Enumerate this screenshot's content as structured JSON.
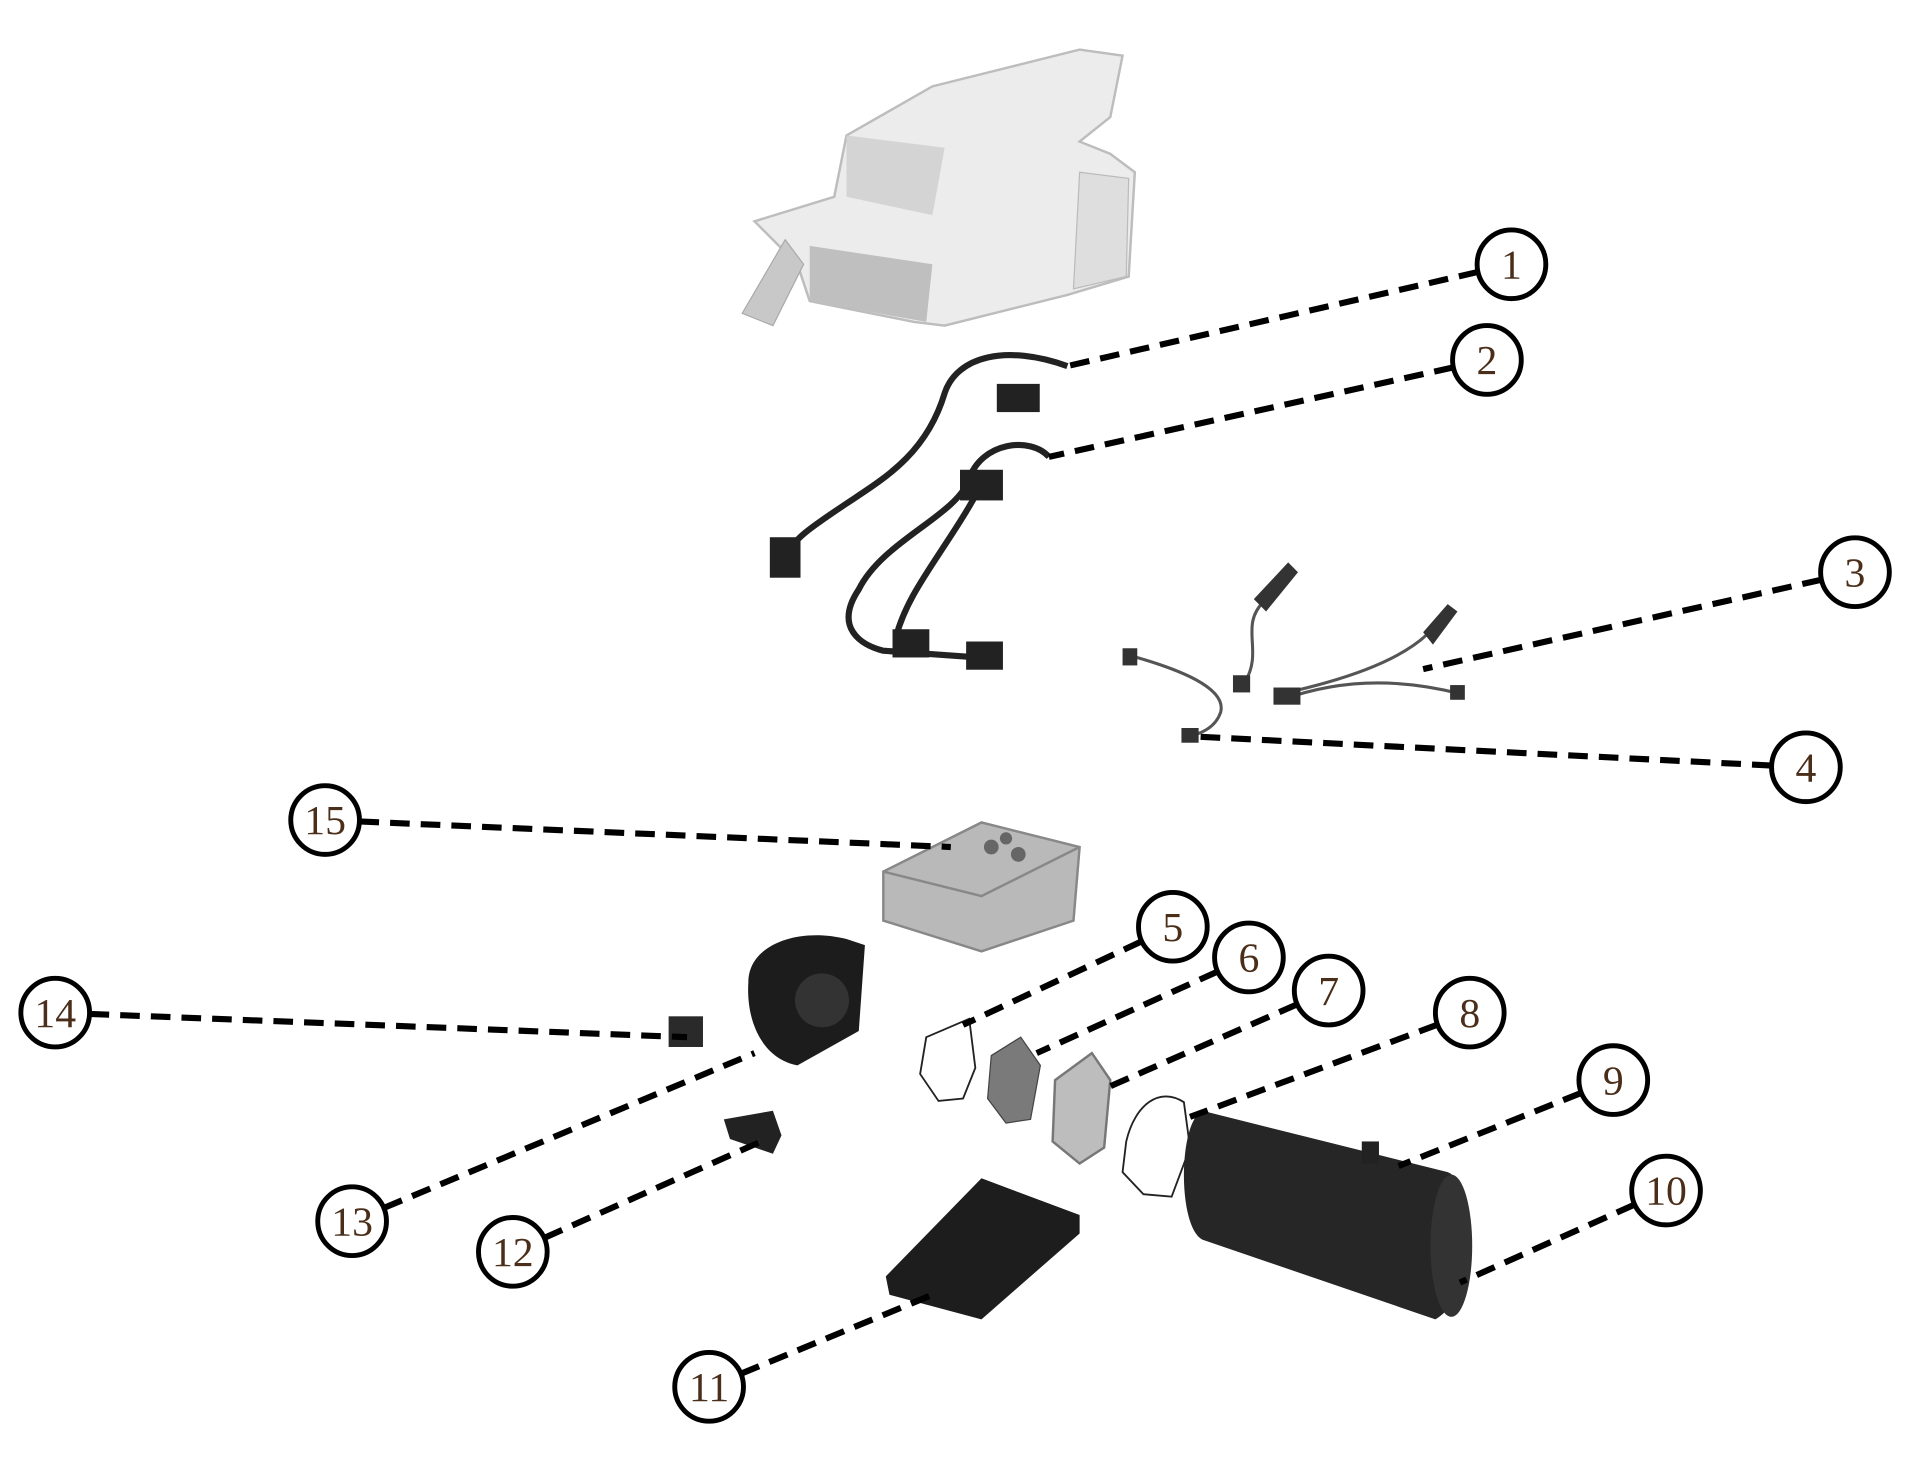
{
  "diagram": {
    "type": "exploded-parts-view",
    "callout_text_color": "#4a2e1a",
    "callouts": [
      {
        "label": "1"
      },
      {
        "label": "2"
      },
      {
        "label": "3"
      },
      {
        "label": "4"
      },
      {
        "label": "5"
      },
      {
        "label": "6"
      },
      {
        "label": "7"
      },
      {
        "label": "8"
      },
      {
        "label": "9"
      },
      {
        "label": "10"
      },
      {
        "label": "11"
      },
      {
        "label": "12"
      },
      {
        "label": "13"
      },
      {
        "label": "14"
      },
      {
        "label": "15"
      }
    ]
  }
}
